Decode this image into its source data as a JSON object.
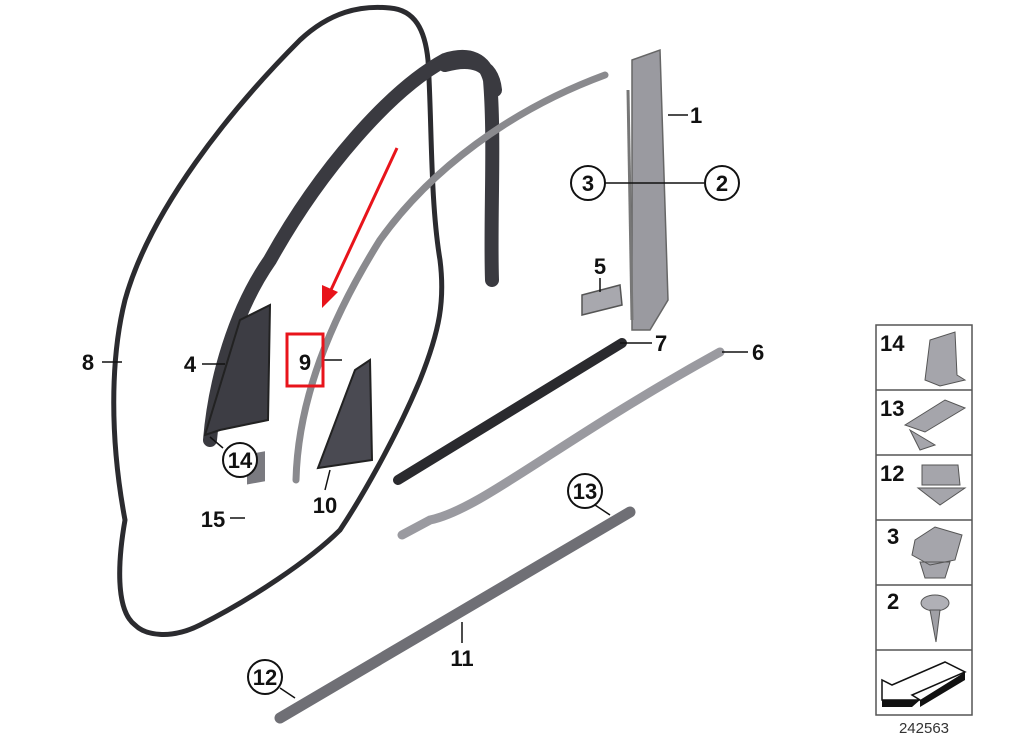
{
  "callouts": {
    "p1": "1",
    "p2": "2",
    "p3": "3",
    "p4": "4",
    "p5": "5",
    "p6": "6",
    "p7": "7",
    "p8": "8",
    "p9": "9",
    "p10": "10",
    "p11": "11",
    "p12": "12",
    "p13": "13",
    "p14": "14",
    "p15": "15"
  },
  "legend": {
    "items": [
      "14",
      "13",
      "12",
      "3",
      "2"
    ],
    "diagram_number": "242563"
  },
  "highlight": {
    "part": "9",
    "color": "#e8141b"
  }
}
